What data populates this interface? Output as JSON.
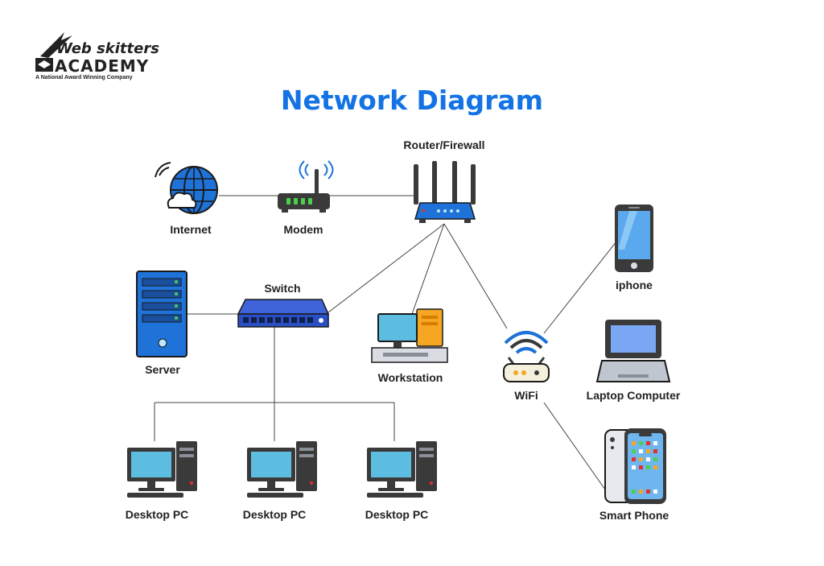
{
  "logo": {
    "brand_line": "Web skitters",
    "academy": "ACADEMY",
    "tagline": "A National Award Winning Company"
  },
  "title": "Network Diagram",
  "nodes": {
    "internet": "Internet",
    "modem": "Modem",
    "router": "Router/Firewall",
    "switch": "Switch",
    "server": "Server",
    "workstation": "Workstation",
    "wifi": "WiFi",
    "iphone": "iphone",
    "laptop": "Laptop Computer",
    "smartphone": "Smart Phone",
    "desktop1": "Desktop PC",
    "desktop2": "Desktop PC",
    "desktop3": "Desktop PC"
  },
  "colors": {
    "title": "#1373e5",
    "device_blue": "#1e72d8",
    "screen_cyan": "#5dbde0",
    "device_dark": "#3a3a3a",
    "panel_gray": "#d9dde3"
  }
}
